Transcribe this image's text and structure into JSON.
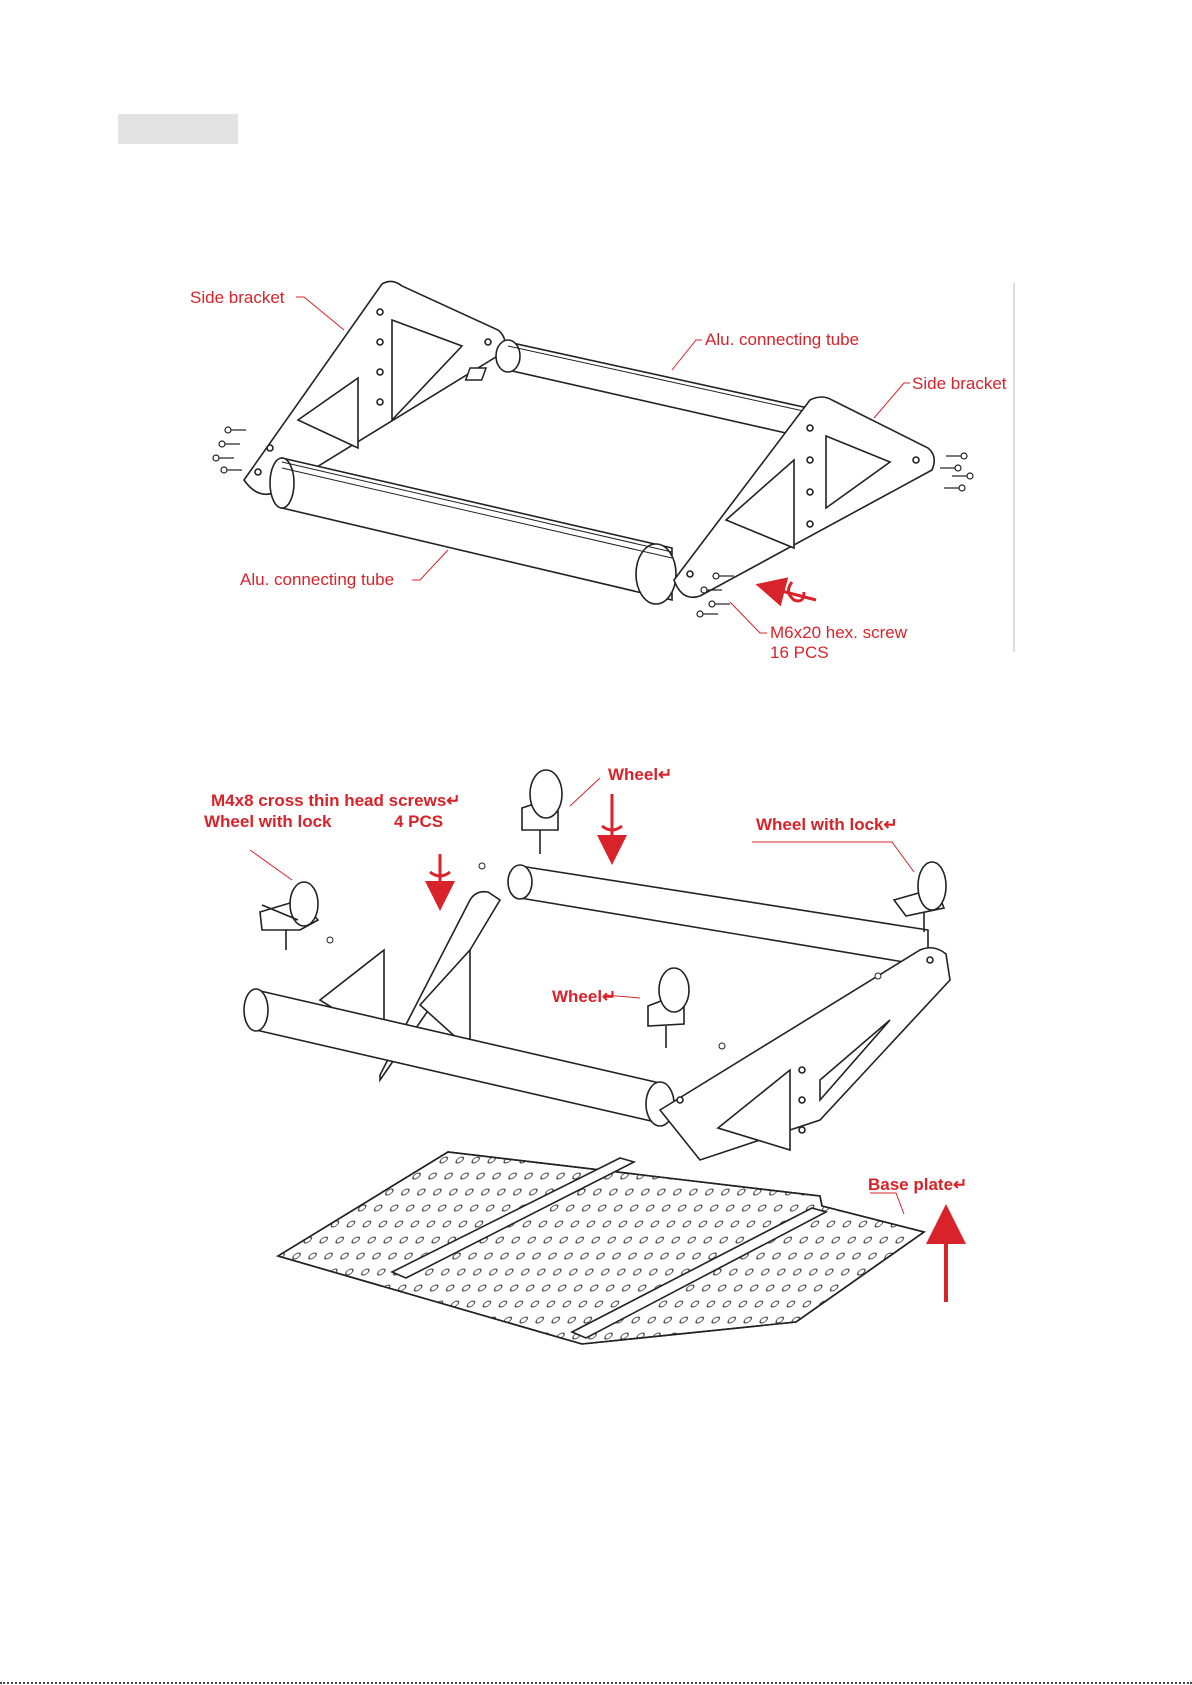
{
  "figure1": {
    "labels": {
      "side_bracket_left": "Side bracket",
      "side_bracket_right": "Side bracket",
      "tube_top": "Alu. connecting tube",
      "tube_bottom": "Alu. connecting tube",
      "screw_name": "M6x20 hex. screw",
      "screw_qty": "16 PCS"
    }
  },
  "figure2": {
    "labels": {
      "screws_name": "M4x8 cross thin head screws↵",
      "screws_qty": "4 PCS",
      "wheel_lock_left": "Wheel with lock",
      "wheel_top": "Wheel↵",
      "wheel_lock_right": "Wheel with lock↵",
      "wheel_center": "Wheel↵",
      "base_plate": "Base plate↵"
    }
  },
  "colors": {
    "label": "#d8232a",
    "line": "#222222"
  }
}
